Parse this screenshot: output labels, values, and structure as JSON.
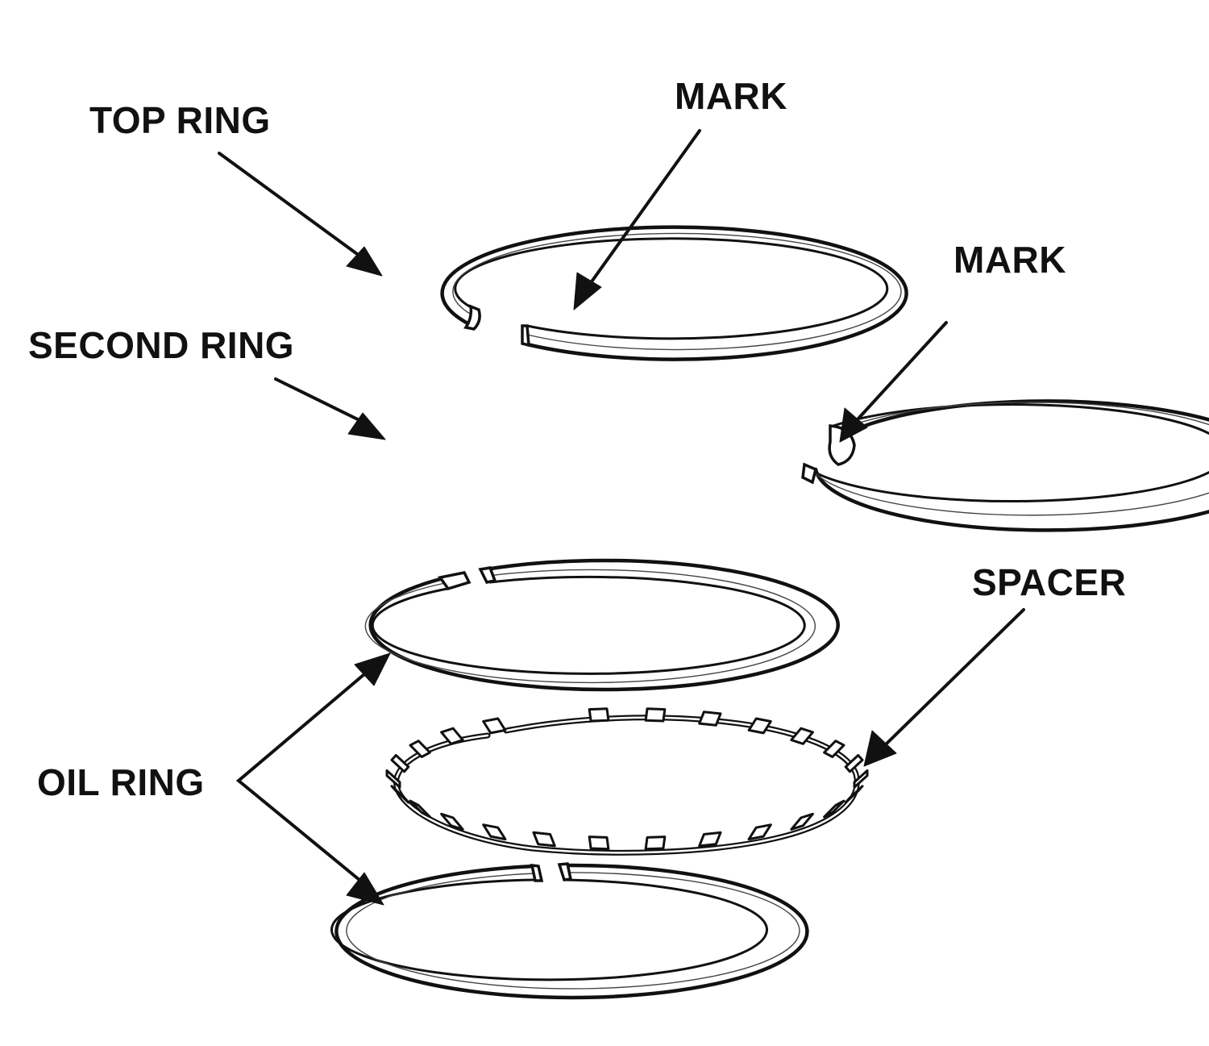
{
  "labels": {
    "top_ring": "TOP RING",
    "mark_top": "MARK",
    "mark_second": "MARK",
    "second_ring": "SECOND RING",
    "spacer": "SPACER",
    "oil_ring": "OIL RING"
  }
}
